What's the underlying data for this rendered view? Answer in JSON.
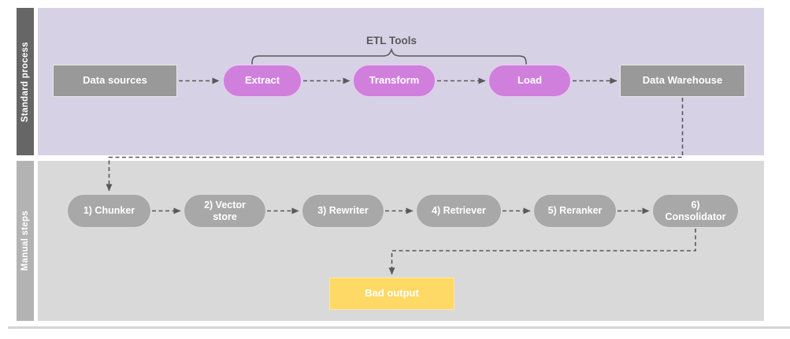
{
  "diagram": {
    "lanes": [
      {
        "label": "Standard process",
        "nodes": [
          {
            "id": "data-sources",
            "label": "Data sources",
            "shape": "rectangle",
            "color_key": "gray"
          },
          {
            "id": "extract",
            "label": "Extract",
            "shape": "pill",
            "color_key": "purple"
          },
          {
            "id": "transform",
            "label": "Transform",
            "shape": "pill",
            "color_key": "purple"
          },
          {
            "id": "load",
            "label": "Load",
            "shape": "pill",
            "color_key": "purple"
          },
          {
            "id": "data-warehouse",
            "label": "Data Warehouse",
            "shape": "rectangle",
            "color_key": "gray"
          }
        ]
      },
      {
        "label": "Manual steps",
        "nodes": [
          {
            "id": "chunker",
            "label": "1) Chunker",
            "shape": "pill",
            "color_key": "gray-light"
          },
          {
            "id": "vector-store",
            "label": "2) Vector store",
            "shape": "pill",
            "color_key": "gray-light"
          },
          {
            "id": "rewriter",
            "label": "3) Rewriter",
            "shape": "pill",
            "color_key": "gray-light"
          },
          {
            "id": "retriever",
            "label": "4) Retriever",
            "shape": "pill",
            "color_key": "gray-light"
          },
          {
            "id": "reranker",
            "label": "5) Reranker",
            "shape": "pill",
            "color_key": "gray-light"
          },
          {
            "id": "consolidator",
            "label": "6) Consolidator",
            "shape": "pill",
            "color_key": "gray-light"
          },
          {
            "id": "bad-output",
            "label": "Bad output",
            "shape": "rectangle",
            "color_key": "yellow"
          }
        ]
      }
    ],
    "bracket": {
      "label": "ETL Tools",
      "spans": [
        "extract",
        "transform",
        "load"
      ]
    },
    "edges": [
      {
        "from": "data-sources",
        "to": "extract",
        "style": "dashed-arrow"
      },
      {
        "from": "extract",
        "to": "transform",
        "style": "dashed-arrow"
      },
      {
        "from": "transform",
        "to": "load",
        "style": "dashed-arrow"
      },
      {
        "from": "load",
        "to": "data-warehouse",
        "style": "dashed-arrow"
      },
      {
        "from": "data-warehouse",
        "to": "chunker",
        "style": "dashed-arrow"
      },
      {
        "from": "chunker",
        "to": "vector-store",
        "style": "dashed-arrow"
      },
      {
        "from": "vector-store",
        "to": "rewriter",
        "style": "dashed-arrow"
      },
      {
        "from": "rewriter",
        "to": "retriever",
        "style": "dashed-arrow"
      },
      {
        "from": "retriever",
        "to": "reranker",
        "style": "dashed-arrow"
      },
      {
        "from": "reranker",
        "to": "consolidator",
        "style": "dashed-arrow"
      },
      {
        "from": "consolidator",
        "to": "bad-output",
        "style": "dashed-arrow"
      }
    ],
    "colors": {
      "lane1_bg": "#d7d1e5",
      "lane1_tab_bg": "#666666",
      "lane2_bg": "#d9d9d9",
      "lane2_tab_bg": "#b3b3b3",
      "node_gray": "#999999",
      "node_purple": "#d07fdd",
      "node_gray_light": "#a8a8a8",
      "node_yellow": "#ffd966",
      "connector": "#595959",
      "node_text": "#ffffff"
    }
  }
}
